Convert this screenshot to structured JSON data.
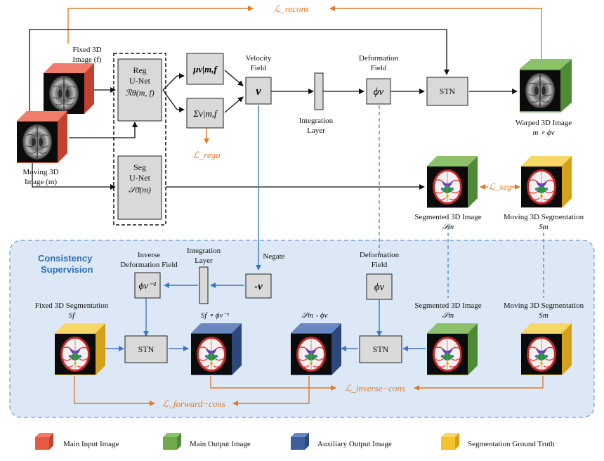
{
  "colors": {
    "main_input": "#e55a45",
    "main_output": "#6fa84d",
    "auxiliary_output": "#3d5f9e",
    "ground_truth": "#f2c12e",
    "loss": "#e07b28",
    "blue_arrow": "#3b78c0",
    "panel_fill": "#dce8f5",
    "panel_border": "#6f9ccc",
    "box_fill": "#d9d9d9"
  },
  "losses": {
    "recons": "ℒ_recons",
    "regu": "ℒ_regu",
    "seg": "ℒ_seg",
    "inverse_cons": "ℒ_inverse−cons",
    "forward_cons": "ℒ_forward−cons"
  },
  "top": {
    "fixed_image_l1": "Fixed 3D",
    "fixed_image_l2": "Image (f)",
    "moving_image_l1": "Moving 3D",
    "moving_image_l2": "Image (m)",
    "reg_unet_l1": "Reg",
    "reg_unet_l2": "U-Net",
    "reg_unet_l3": "ℛθ(m, f)",
    "seg_unet_l1": "Seg",
    "seg_unet_l2": "U-Net",
    "seg_unet_l3": "𝒮ϑ(m)",
    "mu": "μv|m,f",
    "sigma": "Σv|m,f",
    "velocity_l1": "Velocity",
    "velocity_l2": "Field",
    "velocity_sym": "v",
    "integration_l1": "Integration",
    "integration_l2": "Layer",
    "deformation_l1": "Deformation",
    "deformation_l2": "Field",
    "deformation_sym": "ϕv",
    "stn": "STN",
    "warped_l1": "Warped 3D Image",
    "warped_l2": "m ∘ ϕv",
    "segmented_l1": "Segmented 3D Image",
    "segmented_l2": "𝒮m",
    "moving_seg_l1": "Moving 3D Segmentation",
    "moving_seg_l2": "Sm"
  },
  "panel": {
    "title_l1": "Consistency",
    "title_l2": "Supervision",
    "inverse_def_l1": "Inverse",
    "inverse_def_l2": "Deformation Field",
    "inverse_def_sym": "ϕv⁻¹",
    "integration_l1": "Integration",
    "integration_l2": "Layer",
    "negate": "Negate",
    "neg_v": "-v",
    "deformation_l1": "Deformation",
    "deformation_l2": "Field",
    "deformation_sym": "ϕv",
    "fixed_seg_l1": "Fixed 3D Segmentation",
    "fixed_seg_l2": "Sf",
    "sf_inv": "Sf ∘ ϕv⁻¹",
    "sm_phi": "𝒮m ∘ ϕv",
    "stn_left": "STN",
    "stn_right": "STN",
    "segmented_l1": "Segmented 3D Image",
    "segmented_l2": "𝒮m",
    "moving_seg_l1": "Moving 3D Segmentation",
    "moving_seg_l2": "Sm"
  },
  "legend": [
    {
      "label": "Main Input Image",
      "color": "#e55a45"
    },
    {
      "label": "Main Output Image",
      "color": "#6fa84d"
    },
    {
      "label": "Auxiliary Output Image",
      "color": "#3d5f9e"
    },
    {
      "label": "Segmentation Ground Truth",
      "color": "#f2c12e"
    }
  ]
}
